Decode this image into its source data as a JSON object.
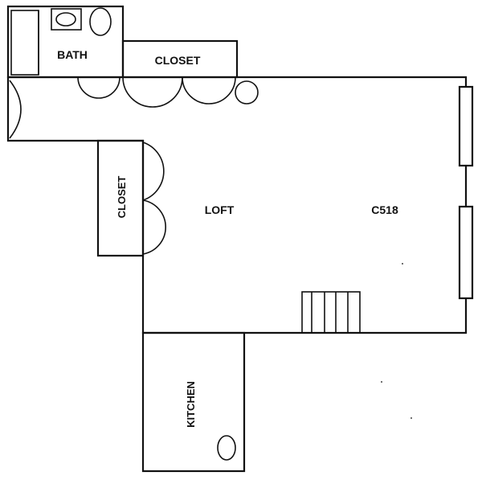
{
  "plan": {
    "rooms": {
      "bath": "BATH",
      "closet_top": "CLOSET",
      "closet_left": "CLOSET",
      "loft": "LOFT",
      "unit": "C518",
      "kitchen": "KITCHEN"
    },
    "colors": {
      "line": "#111111",
      "background": "#ffffff"
    }
  }
}
